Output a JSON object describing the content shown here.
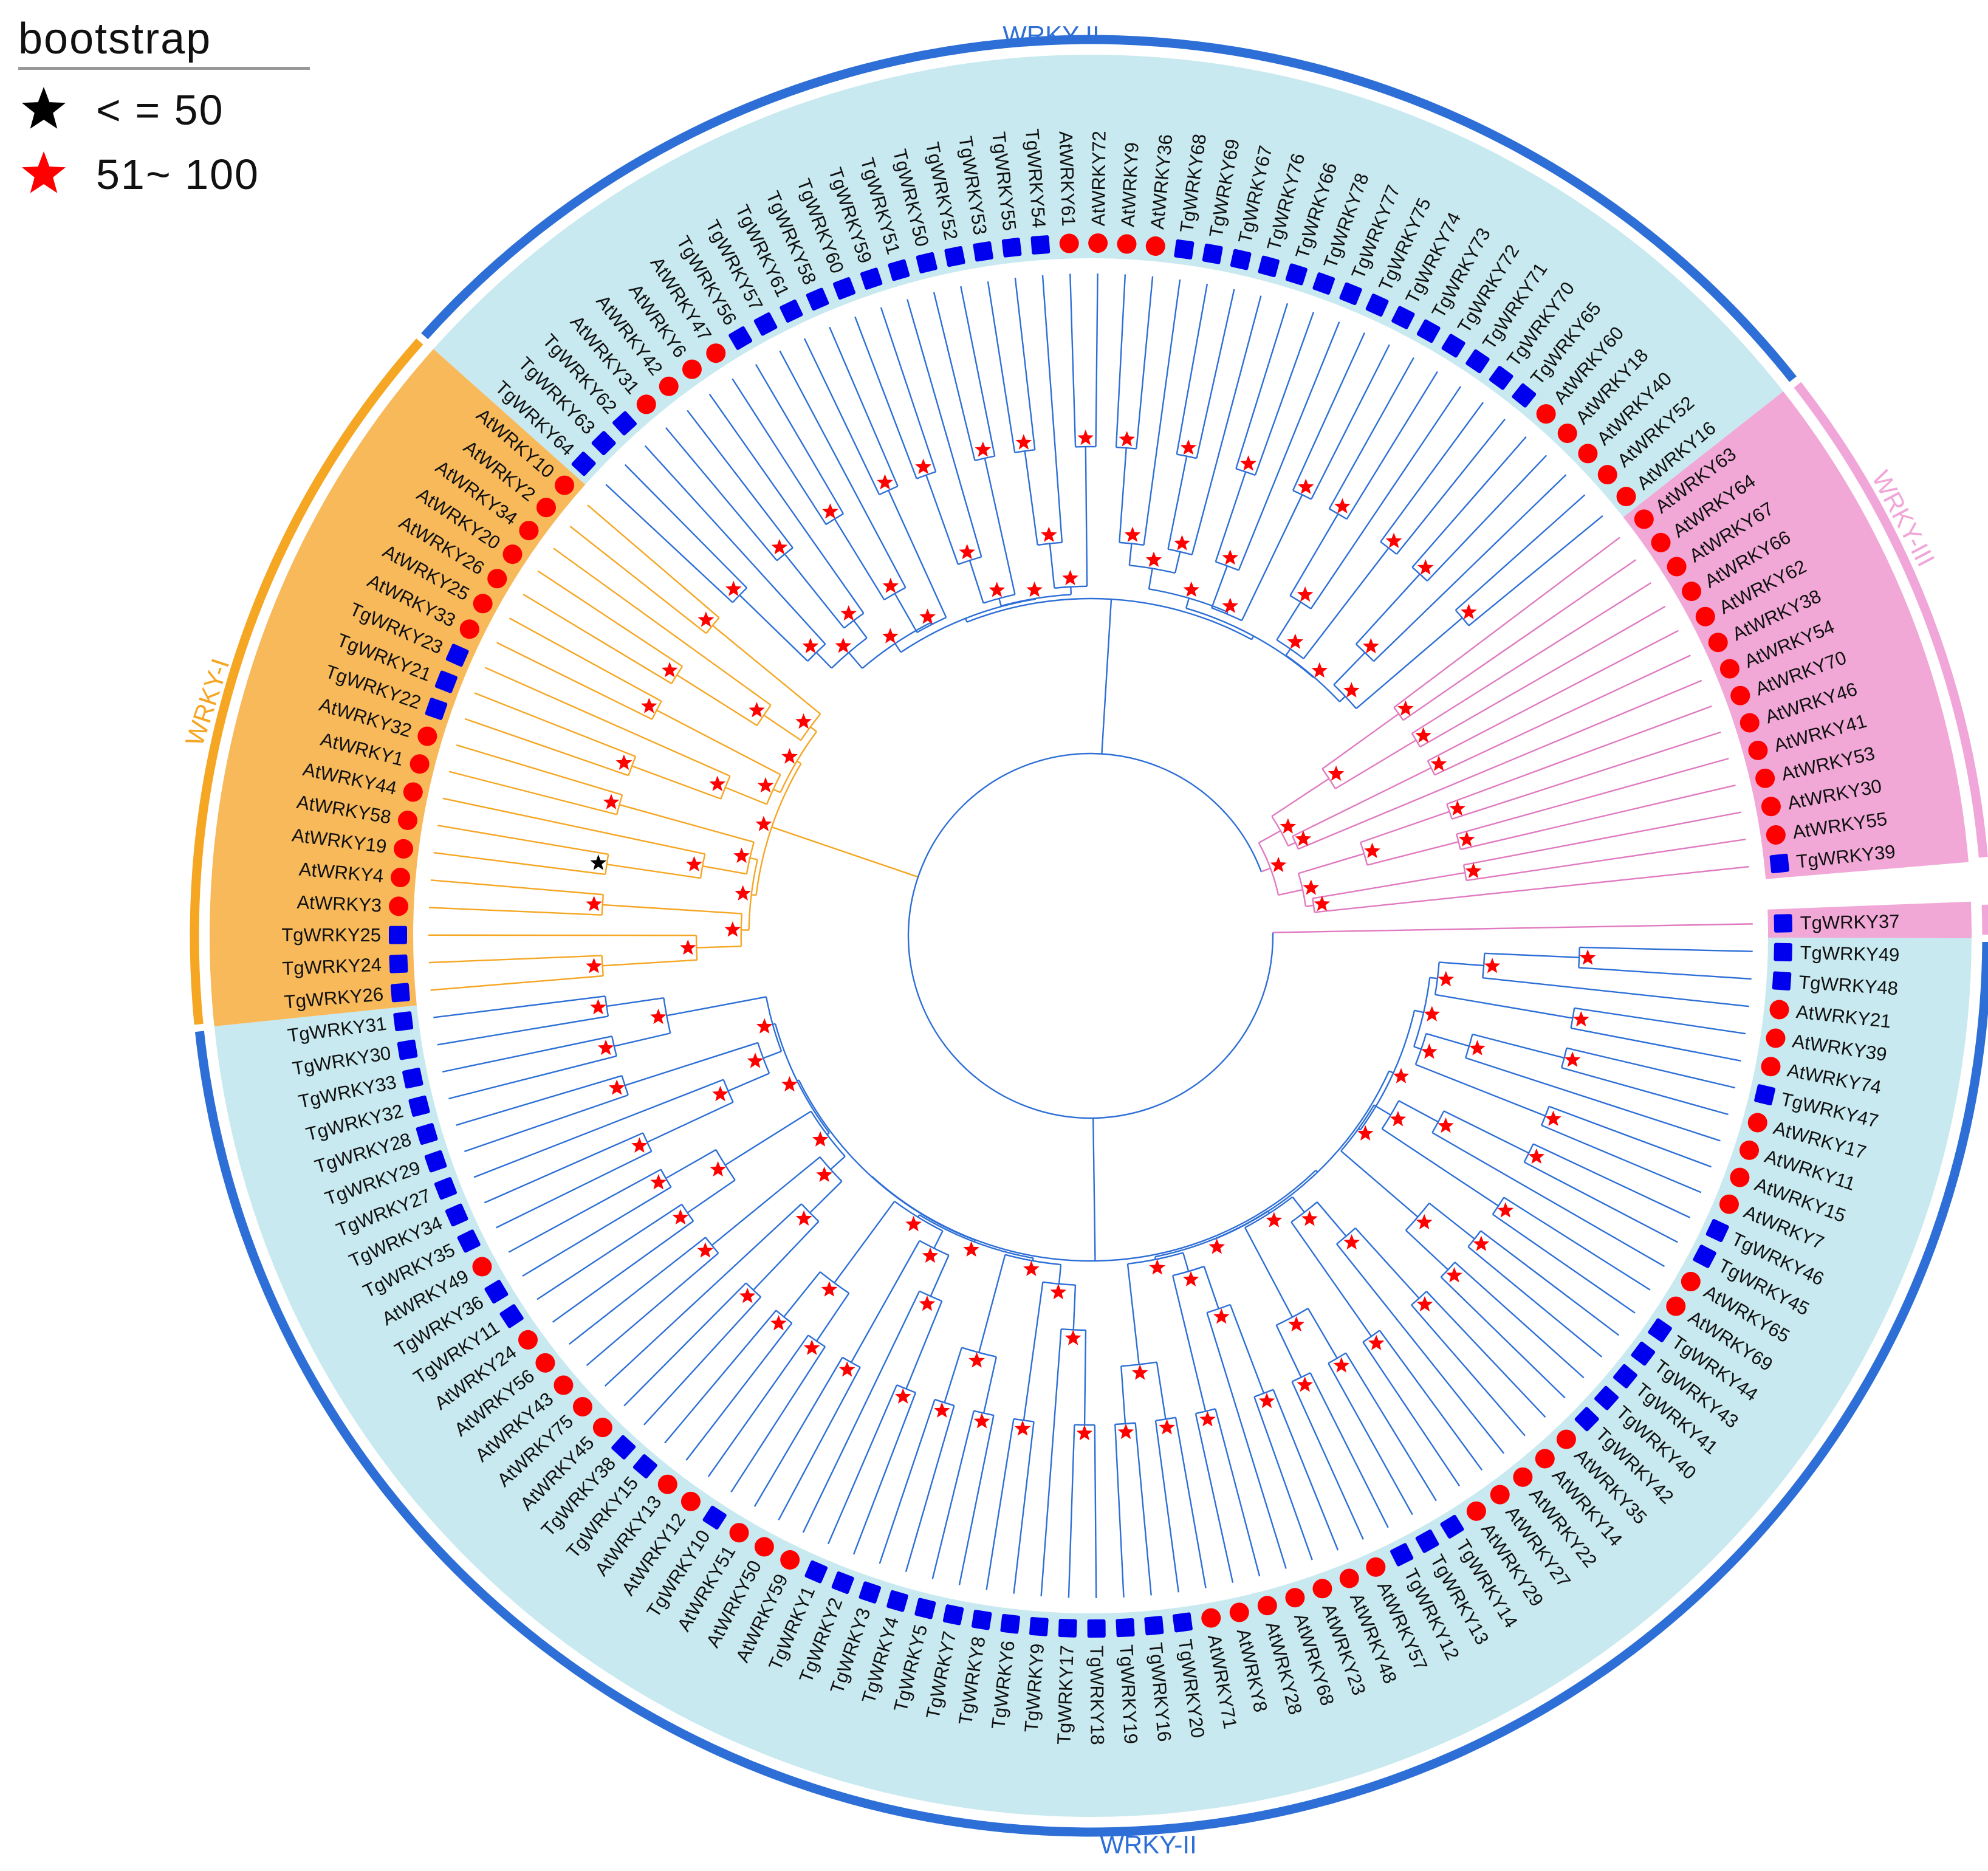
{
  "legend": {
    "title": "bootstrap",
    "items": [
      {
        "label": "< = 50",
        "color": "#000000"
      },
      {
        "label": "51~ 100",
        "color": "#ff0000"
      }
    ]
  },
  "groups": [
    {
      "id": "I",
      "label": "WRKY-I",
      "color": "#f5a623",
      "fill": "#f7b95a"
    },
    {
      "id": "II",
      "label": "WRKY-II",
      "color": "#2d6fd6",
      "fill": "#c8e9ef"
    },
    {
      "id": "III",
      "label": "WRKY-III",
      "color": "#f0a6d8",
      "fill": "#f1a8d6"
    }
  ],
  "group_label_ii_bottom": "WRKY-II",
  "colors": {
    "at_marker": "#ff0000",
    "tg_marker": "#0000ee",
    "branch_I": "#f5a623",
    "branch_II": "#2d6fd6",
    "branch_III": "#e07ac0"
  },
  "leaves": [
    {
      "name": "TgWRKY37",
      "group": "III"
    },
    {
      "name": "TgWRKY49",
      "group": "II"
    },
    {
      "name": "TgWRKY48",
      "group": "II"
    },
    {
      "name": "AtWRKY21",
      "group": "II"
    },
    {
      "name": "AtWRKY39",
      "group": "II"
    },
    {
      "name": "AtWRKY74",
      "group": "II"
    },
    {
      "name": "TgWRKY47",
      "group": "II"
    },
    {
      "name": "AtWRKY17",
      "group": "II"
    },
    {
      "name": "AtWRKY11",
      "group": "II"
    },
    {
      "name": "AtWRKY15",
      "group": "II"
    },
    {
      "name": "AtWRKY7",
      "group": "II"
    },
    {
      "name": "TgWRKY46",
      "group": "II"
    },
    {
      "name": "TgWRKY45",
      "group": "II"
    },
    {
      "name": "AtWRKY65",
      "group": "II"
    },
    {
      "name": "AtWRKY69",
      "group": "II"
    },
    {
      "name": "TgWRKY44",
      "group": "II"
    },
    {
      "name": "TgWRKY43",
      "group": "II"
    },
    {
      "name": "TgWRKY41",
      "group": "II"
    },
    {
      "name": "TgWRKY40",
      "group": "II"
    },
    {
      "name": "TgWRKY42",
      "group": "II"
    },
    {
      "name": "AtWRKY35",
      "group": "II"
    },
    {
      "name": "AtWRKY14",
      "group": "II"
    },
    {
      "name": "AtWRKY22",
      "group": "II"
    },
    {
      "name": "AtWRKY27",
      "group": "II"
    },
    {
      "name": "AtWRKY29",
      "group": "II"
    },
    {
      "name": "TgWRKY14",
      "group": "II"
    },
    {
      "name": "TgWRKY13",
      "group": "II"
    },
    {
      "name": "TgWRKY12",
      "group": "II"
    },
    {
      "name": "AtWRKY57",
      "group": "II"
    },
    {
      "name": "AtWRKY48",
      "group": "II"
    },
    {
      "name": "AtWRKY23",
      "group": "II"
    },
    {
      "name": "AtWRKY68",
      "group": "II"
    },
    {
      "name": "AtWRKY28",
      "group": "II"
    },
    {
      "name": "AtWRKY8",
      "group": "II"
    },
    {
      "name": "AtWRKY71",
      "group": "II"
    },
    {
      "name": "TgWRKY20",
      "group": "II"
    },
    {
      "name": "TgWRKY16",
      "group": "II"
    },
    {
      "name": "TgWRKY19",
      "group": "II"
    },
    {
      "name": "TgWRKY18",
      "group": "II"
    },
    {
      "name": "TgWRKY17",
      "group": "II"
    },
    {
      "name": "TgWRKY9",
      "group": "II"
    },
    {
      "name": "TgWRKY6",
      "group": "II"
    },
    {
      "name": "TgWRKY8",
      "group": "II"
    },
    {
      "name": "TgWRKY7",
      "group": "II"
    },
    {
      "name": "TgWRKY5",
      "group": "II"
    },
    {
      "name": "TgWRKY4",
      "group": "II"
    },
    {
      "name": "TgWRKY3",
      "group": "II"
    },
    {
      "name": "TgWRKY2",
      "group": "II"
    },
    {
      "name": "TgWRKY1",
      "group": "II"
    },
    {
      "name": "AtWRKY59",
      "group": "II"
    },
    {
      "name": "AtWRKY50",
      "group": "II"
    },
    {
      "name": "AtWRKY51",
      "group": "II"
    },
    {
      "name": "TgWRKY10",
      "group": "II"
    },
    {
      "name": "AtWRKY12",
      "group": "II"
    },
    {
      "name": "AtWRKY13",
      "group": "II"
    },
    {
      "name": "TgWRKY15",
      "group": "II"
    },
    {
      "name": "TgWRKY38",
      "group": "II"
    },
    {
      "name": "AtWRKY45",
      "group": "II"
    },
    {
      "name": "AtWRKY75",
      "group": "II"
    },
    {
      "name": "AtWRKY43",
      "group": "II"
    },
    {
      "name": "AtWRKY56",
      "group": "II"
    },
    {
      "name": "AtWRKY24",
      "group": "II"
    },
    {
      "name": "TgWRKY11",
      "group": "II"
    },
    {
      "name": "TgWRKY36",
      "group": "II"
    },
    {
      "name": "AtWRKY49",
      "group": "II"
    },
    {
      "name": "TgWRKY35",
      "group": "II"
    },
    {
      "name": "TgWRKY34",
      "group": "II"
    },
    {
      "name": "TgWRKY27",
      "group": "II"
    },
    {
      "name": "TgWRKY29",
      "group": "II"
    },
    {
      "name": "TgWRKY28",
      "group": "II"
    },
    {
      "name": "TgWRKY32",
      "group": "II"
    },
    {
      "name": "TgWRKY33",
      "group": "II"
    },
    {
      "name": "TgWRKY30",
      "group": "II"
    },
    {
      "name": "TgWRKY31",
      "group": "II"
    },
    {
      "name": "TgWRKY26",
      "group": "I"
    },
    {
      "name": "TgWRKY24",
      "group": "I"
    },
    {
      "name": "TgWRKY25",
      "group": "I"
    },
    {
      "name": "AtWRKY3",
      "group": "I"
    },
    {
      "name": "AtWRKY4",
      "group": "I"
    },
    {
      "name": "AtWRKY19",
      "group": "I"
    },
    {
      "name": "AtWRKY58",
      "group": "I"
    },
    {
      "name": "AtWRKY44",
      "group": "I"
    },
    {
      "name": "AtWRKY1",
      "group": "I"
    },
    {
      "name": "AtWRKY32",
      "group": "I"
    },
    {
      "name": "TgWRKY22",
      "group": "I"
    },
    {
      "name": "TgWRKY21",
      "group": "I"
    },
    {
      "name": "TgWRKY23",
      "group": "I"
    },
    {
      "name": "AtWRKY33",
      "group": "I"
    },
    {
      "name": "AtWRKY25",
      "group": "I"
    },
    {
      "name": "AtWRKY26",
      "group": "I"
    },
    {
      "name": "AtWRKY20",
      "group": "I"
    },
    {
      "name": "AtWRKY34",
      "group": "I"
    },
    {
      "name": "AtWRKY2",
      "group": "I"
    },
    {
      "name": "AtWRKY10",
      "group": "I"
    },
    {
      "name": "TgWRKY64",
      "group": "II"
    },
    {
      "name": "TgWRKY63",
      "group": "II"
    },
    {
      "name": "TgWRKY62",
      "group": "II"
    },
    {
      "name": "AtWRKY31",
      "group": "II"
    },
    {
      "name": "AtWRKY42",
      "group": "II"
    },
    {
      "name": "AtWRKY6",
      "group": "II"
    },
    {
      "name": "AtWRKY47",
      "group": "II"
    },
    {
      "name": "TgWRKY56",
      "group": "II"
    },
    {
      "name": "TgWRKY57",
      "group": "II"
    },
    {
      "name": "TgWRKY61",
      "group": "II"
    },
    {
      "name": "TgWRKY58",
      "group": "II"
    },
    {
      "name": "TgWRKY60",
      "group": "II"
    },
    {
      "name": "TgWRKY59",
      "group": "II"
    },
    {
      "name": "TgWRKY51",
      "group": "II"
    },
    {
      "name": "TgWRKY50",
      "group": "II"
    },
    {
      "name": "TgWRKY52",
      "group": "II"
    },
    {
      "name": "TgWRKY53",
      "group": "II"
    },
    {
      "name": "TgWRKY55",
      "group": "II"
    },
    {
      "name": "TgWRKY54",
      "group": "II"
    },
    {
      "name": "AtWRKY61",
      "group": "II"
    },
    {
      "name": "AtWRKY72",
      "group": "II"
    },
    {
      "name": "AtWRKY9",
      "group": "II"
    },
    {
      "name": "AtWRKY36",
      "group": "II"
    },
    {
      "name": "TgWRKY68",
      "group": "II"
    },
    {
      "name": "TgWRKY69",
      "group": "II"
    },
    {
      "name": "TgWRKY67",
      "group": "II"
    },
    {
      "name": "TgWRKY76",
      "group": "II"
    },
    {
      "name": "TgWRKY66",
      "group": "II"
    },
    {
      "name": "TgWRKY78",
      "group": "II"
    },
    {
      "name": "TgWRKY77",
      "group": "II"
    },
    {
      "name": "TgWRKY75",
      "group": "II"
    },
    {
      "name": "TgWRKY74",
      "group": "II"
    },
    {
      "name": "TgWRKY73",
      "group": "II"
    },
    {
      "name": "TgWRKY72",
      "group": "II"
    },
    {
      "name": "TgWRKY71",
      "group": "II"
    },
    {
      "name": "TgWRKY70",
      "group": "II"
    },
    {
      "name": "TgWRKY65",
      "group": "II"
    },
    {
      "name": "AtWRKY60",
      "group": "II"
    },
    {
      "name": "AtWRKY18",
      "group": "II"
    },
    {
      "name": "AtWRKY40",
      "group": "II"
    },
    {
      "name": "AtWRKY52",
      "group": "II"
    },
    {
      "name": "AtWRKY16",
      "group": "II"
    },
    {
      "name": "AtWRKY63",
      "group": "III"
    },
    {
      "name": "AtWRKY64",
      "group": "III"
    },
    {
      "name": "AtWRKY67",
      "group": "III"
    },
    {
      "name": "AtWRKY66",
      "group": "III"
    },
    {
      "name": "AtWRKY62",
      "group": "III"
    },
    {
      "name": "AtWRKY38",
      "group": "III"
    },
    {
      "name": "AtWRKY54",
      "group": "III"
    },
    {
      "name": "AtWRKY70",
      "group": "III"
    },
    {
      "name": "AtWRKY46",
      "group": "III"
    },
    {
      "name": "AtWRKY41",
      "group": "III"
    },
    {
      "name": "AtWRKY53",
      "group": "III"
    },
    {
      "name": "AtWRKY30",
      "group": "III"
    },
    {
      "name": "AtWRKY55",
      "group": "III"
    },
    {
      "name": "TgWRKY39",
      "group": "III"
    }
  ]
}
